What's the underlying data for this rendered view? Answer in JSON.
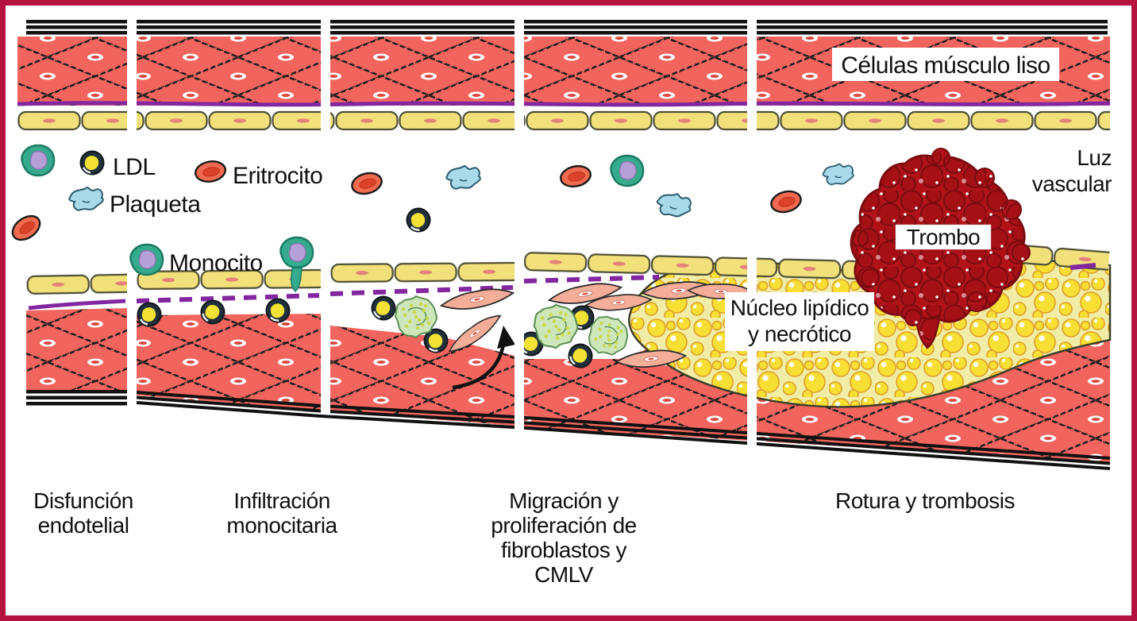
{
  "figure": {
    "type": "medical-diagram-atherosclerosis-progression",
    "language": "es",
    "title_labels": {
      "smooth_muscle_cells": "Células músculo liso",
      "vascular_lumen_line1": "Luz",
      "vascular_lumen_line2": "vascular"
    },
    "legend_labels": {
      "ldl": "LDL",
      "platelet": "Plaqueta",
      "erythrocyte": "Eritrocito",
      "monocyte": "Monocito"
    },
    "plaque_labels": {
      "thrombus": "Trombo",
      "lipid_core_line1": "Núcleo lipídico",
      "lipid_core_line2": "y necrótico"
    },
    "stages": [
      {
        "id": "stage-1",
        "lines": [
          "Disfunción",
          "endotelial"
        ]
      },
      {
        "id": "stage-2",
        "lines": [
          "Infiltración",
          "monocitaria"
        ]
      },
      {
        "id": "stage-3",
        "lines": [
          "Migración y",
          "proliferación de",
          "fibroblastos y",
          "CMLV"
        ]
      },
      {
        "id": "stage-4",
        "lines": [
          "Rotura y trombosis"
        ]
      }
    ],
    "colors": {
      "border": "#b5123f",
      "smooth_muscle_fill": "#f2655f",
      "endothelium_fill": "#f2e17b",
      "elastic_lamina_purple": "#8327a1",
      "platelet_fill": "#a8daea",
      "erythrocyte_fill": "#ef6a50",
      "monocyte_fill": "#35ab8d",
      "monocyte_nucleus": "#b6a0d8",
      "ldl_ring": "#22303a",
      "ldl_center": "#f2e236",
      "foam_cell_fill": "#cde7ba",
      "fibroblast_fill": "#f4ad99",
      "lipid_core_fill": "#f1eca6",
      "lipid_droplet": "#f8df33",
      "thrombus_fill": "#b11219",
      "adventitia_lines": "#111111",
      "text": "#111111"
    }
  }
}
